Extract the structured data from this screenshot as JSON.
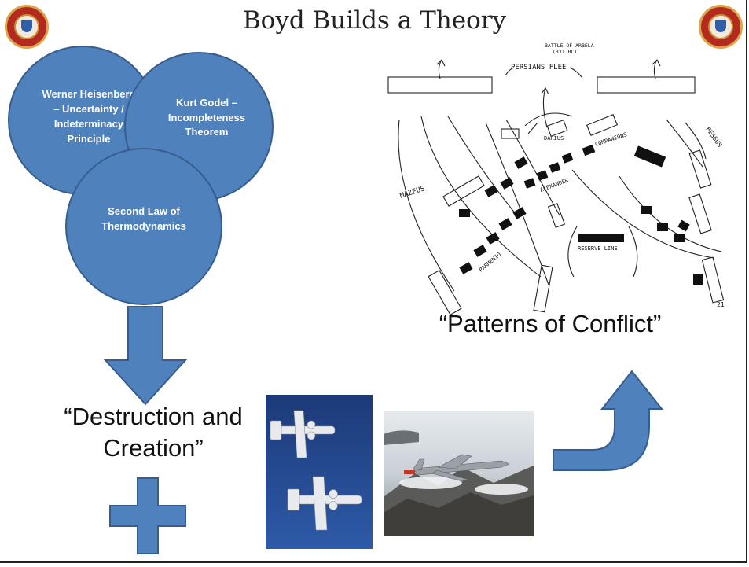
{
  "slide": {
    "title": "Boyd Builds a Theory",
    "circles": [
      "Werner Heisenberg – Uncertainty / Indeterminacy Principle",
      "Kurt Godel – Incompleteness Theorem",
      "Second Law of Thermodynamics"
    ],
    "destruction_label": "“Destruction and Creation”",
    "patterns_label": "“Patterns of Conflict”",
    "battle_map": {
      "title": "BATTLE OF ARBELA",
      "subtitle": "(331 BC)",
      "labels": {
        "persians_flee": "PERSIANS FLEE",
        "darius": "DARIUS",
        "companions": "COMPANIONS",
        "bessus": "BESSUS",
        "mazeus": "MAZEUS",
        "alexander": "ALEXANDER",
        "parmenio": "PARMENIO",
        "reserve_line": "RESERVE LINE",
        "page_number": "21"
      }
    },
    "colors": {
      "circle_fill": "#4f81bd",
      "arrow_fill": "#4f81bd",
      "arrow_stroke": "#375d8e"
    }
  }
}
